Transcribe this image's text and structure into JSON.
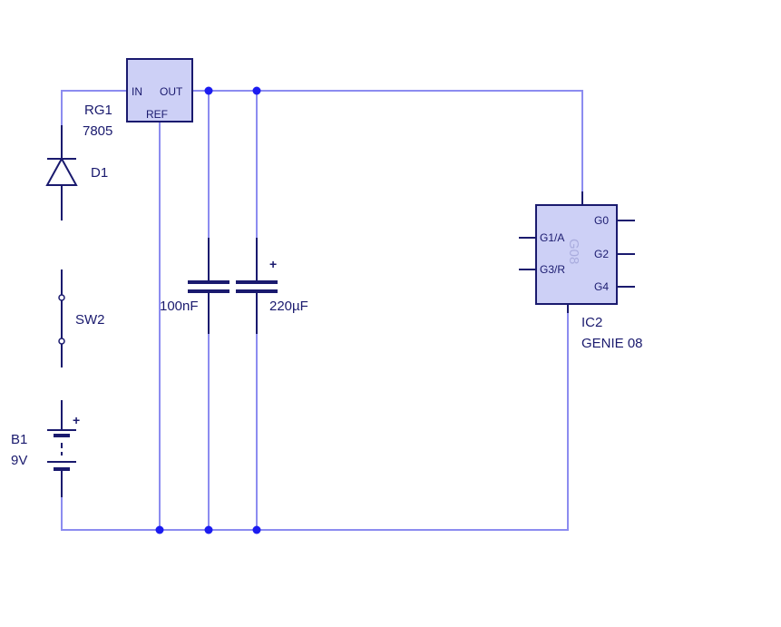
{
  "regulator": {
    "ref": "RG1",
    "value": "7805",
    "pin_in": "IN",
    "pin_out": "OUT",
    "pin_ref": "REF"
  },
  "diode": {
    "ref": "D1"
  },
  "switch": {
    "ref": "SW2"
  },
  "battery": {
    "ref": "B1",
    "value": "9V",
    "polarity": "+"
  },
  "capacitor_1": {
    "value": "100nF"
  },
  "capacitor_2": {
    "value": "220µF",
    "polarity": "+"
  },
  "chip": {
    "ref": "IC2",
    "value": "GENIE 08",
    "body_text": "G08",
    "pins_left": [
      "G1/A",
      "G3/R"
    ],
    "pins_right": [
      "G0",
      "G2",
      "G4"
    ]
  },
  "colors": {
    "wire": "#8c8cf0",
    "component": "#1a1a6e",
    "junction": "#1c1cf0",
    "chip_fill": "#cdd0f6"
  }
}
